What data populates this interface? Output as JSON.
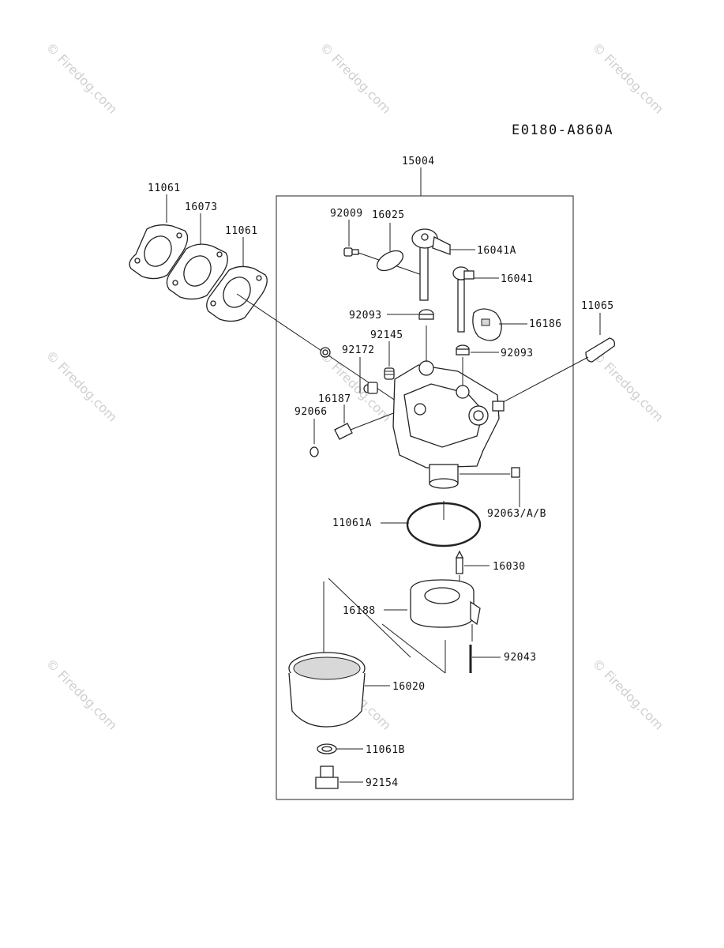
{
  "diagram": {
    "code": "E0180-A860A",
    "assembly_label": "15004",
    "watermark": "© Firedog.com",
    "parts": [
      {
        "id": "p11061_top",
        "label": "11061"
      },
      {
        "id": "p16073",
        "label": "16073"
      },
      {
        "id": "p11061_right",
        "label": "11061"
      },
      {
        "id": "p92009",
        "label": "92009"
      },
      {
        "id": "p16025",
        "label": "16025"
      },
      {
        "id": "p16041A",
        "label": "16041A"
      },
      {
        "id": "p16041",
        "label": "16041"
      },
      {
        "id": "p11065",
        "label": "11065"
      },
      {
        "id": "p92093a",
        "label": "92093"
      },
      {
        "id": "p16186",
        "label": "16186"
      },
      {
        "id": "p92145",
        "label": "92145"
      },
      {
        "id": "p92172",
        "label": "92172"
      },
      {
        "id": "p92093b",
        "label": "92093"
      },
      {
        "id": "p16187",
        "label": "16187"
      },
      {
        "id": "p92066",
        "label": "92066"
      },
      {
        "id": "p11061A",
        "label": "11061A"
      },
      {
        "id": "p92063",
        "label": "92063/A/B"
      },
      {
        "id": "p16030",
        "label": "16030"
      },
      {
        "id": "p16188",
        "label": "16188"
      },
      {
        "id": "p92043",
        "label": "92043"
      },
      {
        "id": "p16020",
        "label": "16020"
      },
      {
        "id": "p11061B",
        "label": "11061B"
      },
      {
        "id": "p92154",
        "label": "92154"
      }
    ]
  }
}
